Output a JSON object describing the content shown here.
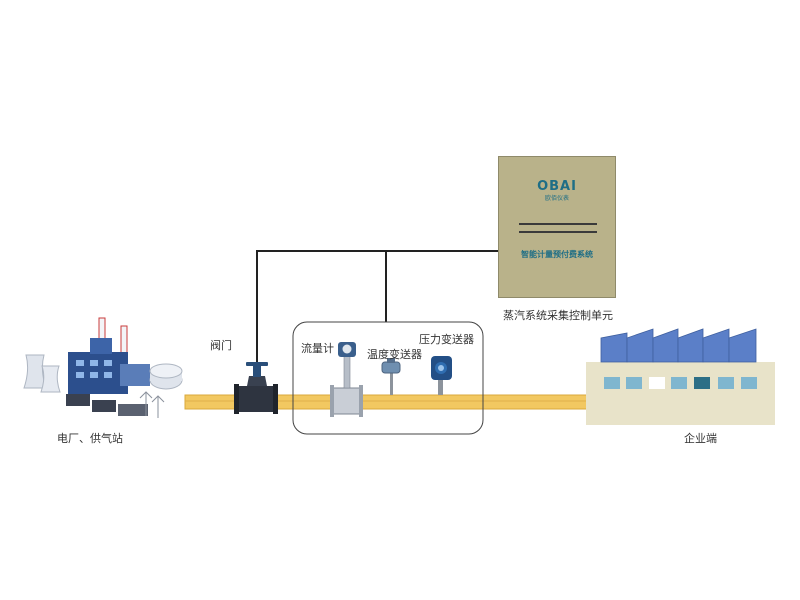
{
  "labels": {
    "valve": "阀门",
    "flowmeter": "流量计",
    "temp_transmitter": "温度变送器",
    "pressure_transmitter": "压力变送器",
    "control_unit": "蒸汽系统采集控制单元",
    "power_plant": "电厂、供气站",
    "enterprise": "企业端"
  },
  "control_panel": {
    "brand": "OBAI",
    "brand_sub": "欧佰仪表",
    "title": "智能计量预付费系统"
  },
  "colors": {
    "pipe": "#f2c861",
    "pipe_edge": "#d9a93c",
    "panel": "#b9b28a",
    "panel_text": "#1e6e86",
    "factory_wall": "#e8e3c9",
    "solar": "#5b7fc8"
  }
}
